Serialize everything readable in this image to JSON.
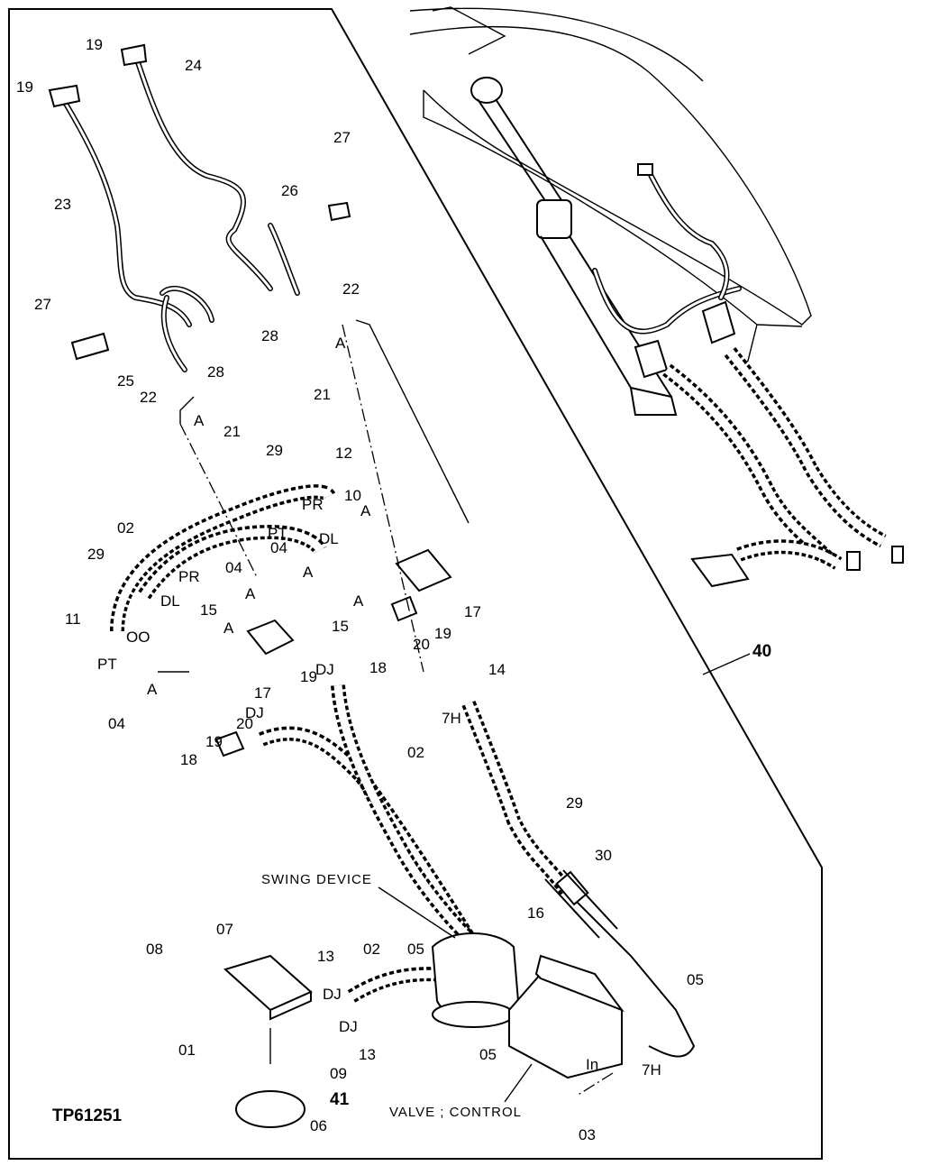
{
  "figure_id": "TP61251",
  "callouts": {
    "c01": "01",
    "c02a": "02",
    "c02b": "02",
    "c02c": "02",
    "c03": "03",
    "c04a": "04",
    "c04b": "04",
    "c04c": "04",
    "c05a": "05",
    "c05b": "05",
    "c05c": "05",
    "c06": "06",
    "c07": "07",
    "c08": "08",
    "c09": "09",
    "c10": "10",
    "c11": "11",
    "c12": "12",
    "c13a": "13",
    "c13b": "13",
    "c14": "14",
    "c15a": "15",
    "c15b": "15",
    "c16": "16",
    "c17a": "17",
    "c17b": "17",
    "c18a": "18",
    "c18b": "18",
    "c19a": "19",
    "c19b": "19",
    "c19c": "19",
    "c19d": "19",
    "c19e": "19",
    "c20a": "20",
    "c20b": "20",
    "c21a": "21",
    "c21b": "21",
    "c22a": "22",
    "c22b": "22",
    "c23": "23",
    "c24": "24",
    "c25": "25",
    "c26": "26",
    "c27a": "27",
    "c27b": "27",
    "c28a": "28",
    "c28b": "28",
    "c29a": "29",
    "c29b": "29",
    "c29c": "29",
    "c30": "30",
    "c40": "40",
    "c41": "41"
  },
  "port_labels": {
    "pr1": "PR",
    "pr2": "PR",
    "pt1": "PT",
    "pt2": "PT",
    "dl1": "DL",
    "dl2": "DL",
    "dj1": "DJ",
    "dj2": "DJ",
    "dj3": "DJ",
    "dj4": "DJ",
    "h7a": "7H",
    "h7b": "7H",
    "in1": "In",
    "oo1": "OO",
    "a1": "A",
    "a2": "A",
    "a3": "A",
    "a4": "A",
    "a5": "A",
    "a6": "A",
    "a7": "A",
    "a8": "A"
  },
  "captions": {
    "swing_device": "SWING DEVICE",
    "valve_control": "VALVE ; CONTROL"
  }
}
